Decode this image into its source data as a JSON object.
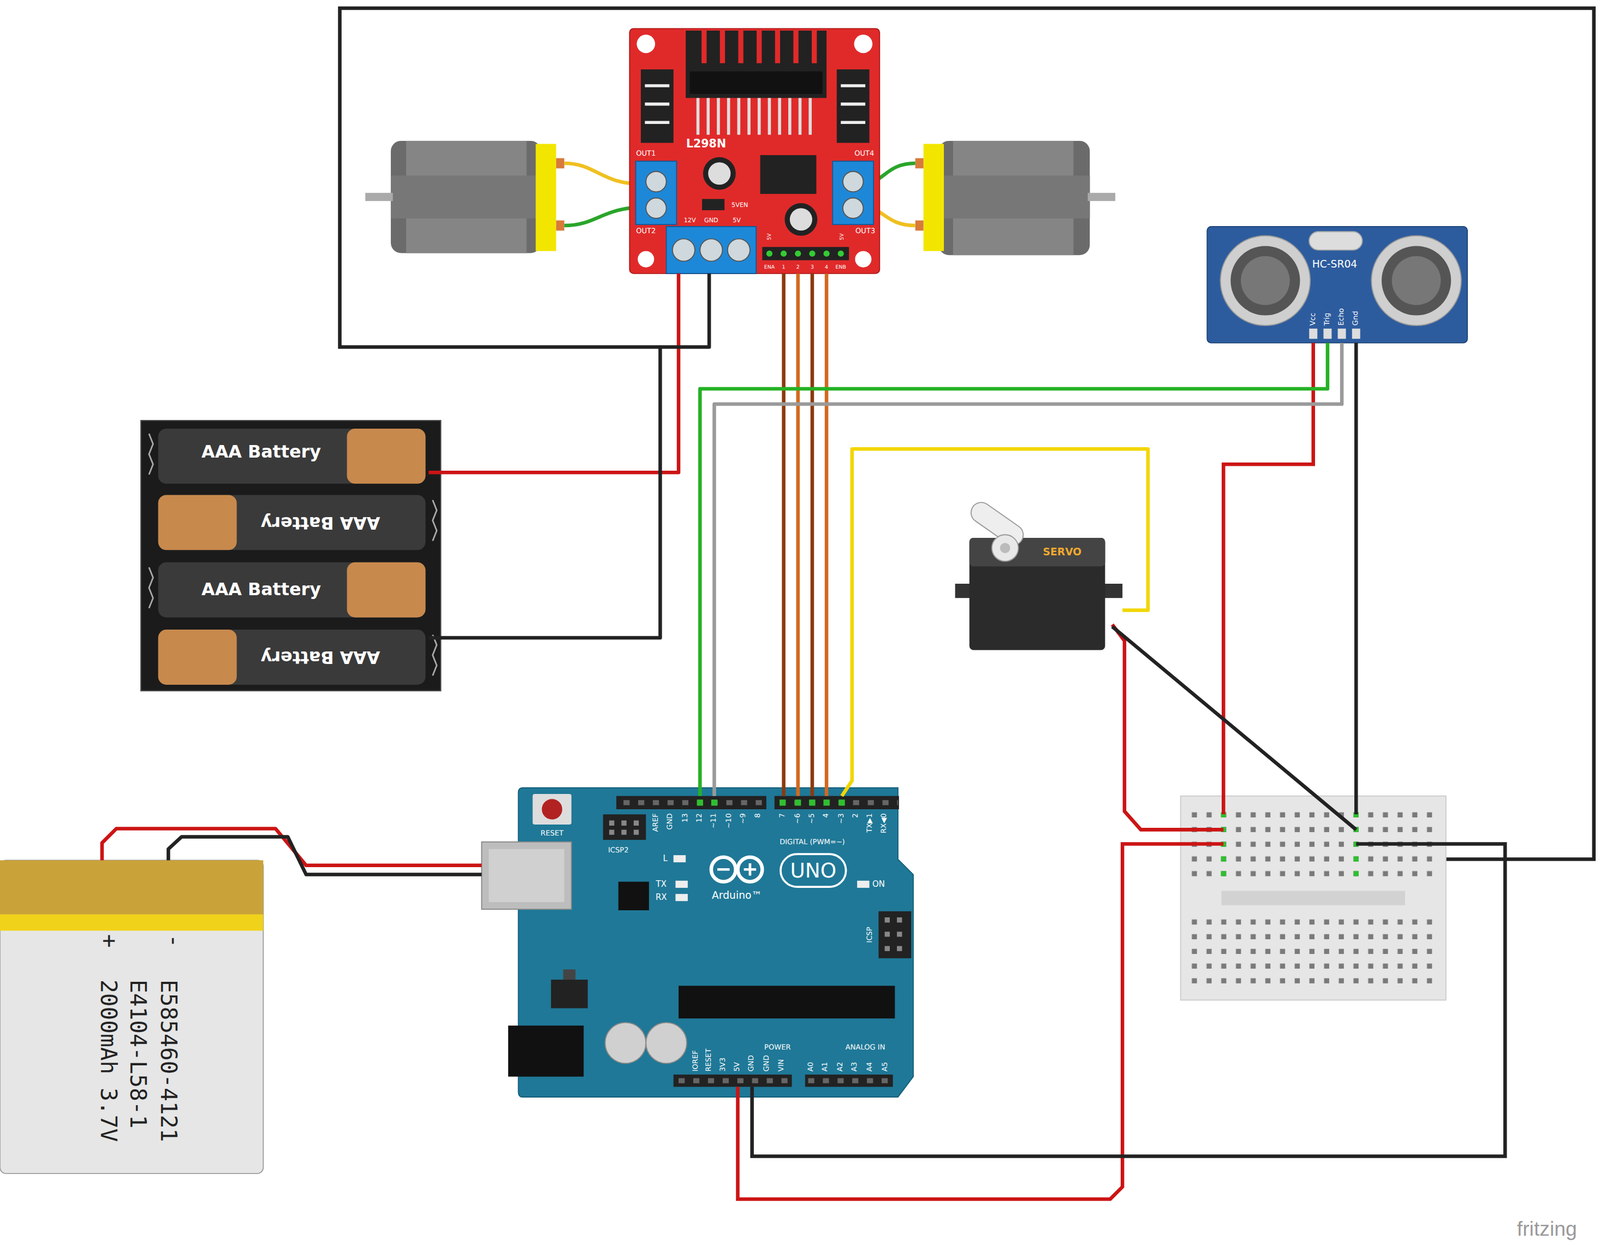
{
  "diagram": {
    "nodes": [
      {
        "text": [
          "L298N",
          "OUT1",
          "OUT2",
          "5VEN",
          "12V",
          "GND",
          "5V",
          "OUT4",
          "OUT3",
          "5V",
          "ENA",
          "1",
          "2",
          "3",
          "4",
          "ENB",
          "5V"
        ]
      },
      {
        "text": [
          "HC-SR04",
          "Vcc",
          "Trig",
          "Echo",
          "Gnd"
        ]
      },
      {
        "text": [
          "AAA Battery"
        ]
      },
      {
        "text": [
          "AAA Battery"
        ]
      },
      {
        "text": [
          "AAA Battery"
        ]
      },
      {
        "text": [
          "AAA Battery"
        ]
      },
      {
        "text": [
          "SERVO"
        ]
      },
      {
        "text": [
          "RESET",
          "ICSP2",
          "AREF",
          "GND",
          "13",
          "12",
          "~11",
          "~10",
          "~9",
          "8",
          "7",
          "~6",
          "~5",
          "4",
          "~3",
          "2",
          "TX▶1",
          "RX◀0",
          "DIGITAL (PWM=~)",
          "L",
          "TX",
          "RX",
          "UNO",
          "Arduino™",
          "ON",
          "ICSP",
          "IOREF",
          "RESET",
          "3V3",
          "5V",
          "GND",
          "GND",
          "VIN",
          "POWER",
          "ANALOG IN",
          "A0",
          "A1",
          "A2",
          "A3",
          "A4",
          "A5"
        ]
      },
      {
        "text": [
          "+",
          "-",
          "E585460-4121",
          "E4104-L58-1",
          "2000mAh 3.7V"
        ]
      }
    ],
    "edges": [
      {
        "from": 0,
        "to": 2,
        "arrow": "none"
      },
      {
        "from": 0,
        "to": 5,
        "arrow": "none"
      },
      {
        "from": 0,
        "to": 7,
        "arrow": "none"
      },
      {
        "from": 0,
        "to": 7,
        "arrow": "none"
      },
      {
        "from": 0,
        "to": 7,
        "arrow": "none"
      },
      {
        "from": 0,
        "to": 7,
        "arrow": "none"
      },
      {
        "from": 1,
        "to": 7,
        "arrow": "none"
      },
      {
        "from": 1,
        "to": 7,
        "arrow": "none"
      },
      {
        "from": 6,
        "to": 7,
        "arrow": "none"
      },
      {
        "from": 8,
        "to": 7,
        "arrow": "none"
      },
      {
        "from": 8,
        "to": 7,
        "arrow": "none"
      }
    ],
    "labels": [
      "fritzing"
    ]
  }
}
